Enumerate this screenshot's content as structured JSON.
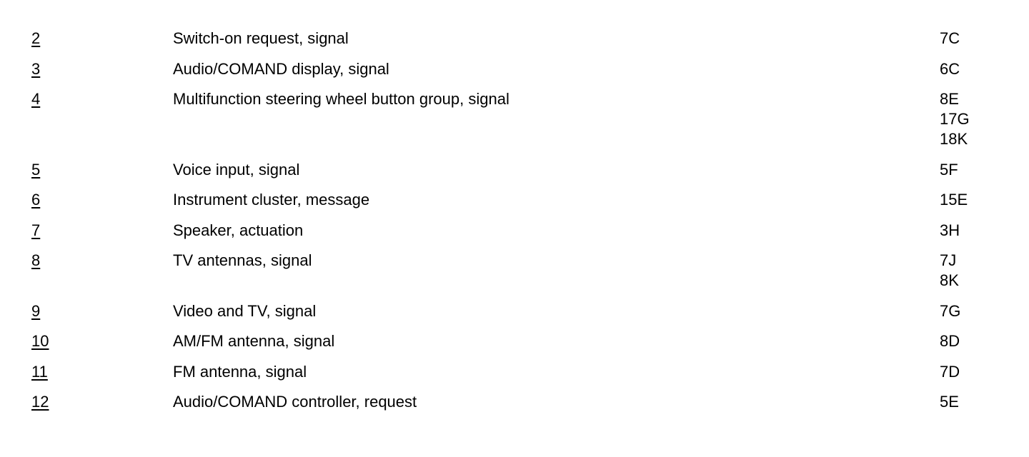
{
  "rows": [
    {
      "number": "2",
      "description": "Switch-on request, signal",
      "refs": [
        "7C"
      ]
    },
    {
      "number": "3",
      "description": "Audio/COMAND display, signal",
      "refs": [
        "6C"
      ]
    },
    {
      "number": "4",
      "description": "Multifunction steering wheel button group, signal",
      "refs": [
        "8E",
        "17G",
        "18K"
      ]
    },
    {
      "number": "5",
      "description": "Voice input, signal",
      "refs": [
        "5F"
      ]
    },
    {
      "number": "6",
      "description": "Instrument cluster, message",
      "refs": [
        "15E"
      ]
    },
    {
      "number": "7",
      "description": "Speaker, actuation",
      "refs": [
        "3H"
      ]
    },
    {
      "number": "8",
      "description": "TV antennas, signal",
      "refs": [
        "7J",
        "8K"
      ]
    },
    {
      "number": "9",
      "description": "Video and TV, signal",
      "refs": [
        "7G"
      ]
    },
    {
      "number": "10",
      "description": "AM/FM antenna, signal",
      "refs": [
        "8D"
      ]
    },
    {
      "number": "11",
      "description": "FM antenna, signal",
      "refs": [
        "7D"
      ]
    },
    {
      "number": "12",
      "description": "Audio/COMAND controller, request",
      "refs": [
        "5E"
      ]
    }
  ]
}
